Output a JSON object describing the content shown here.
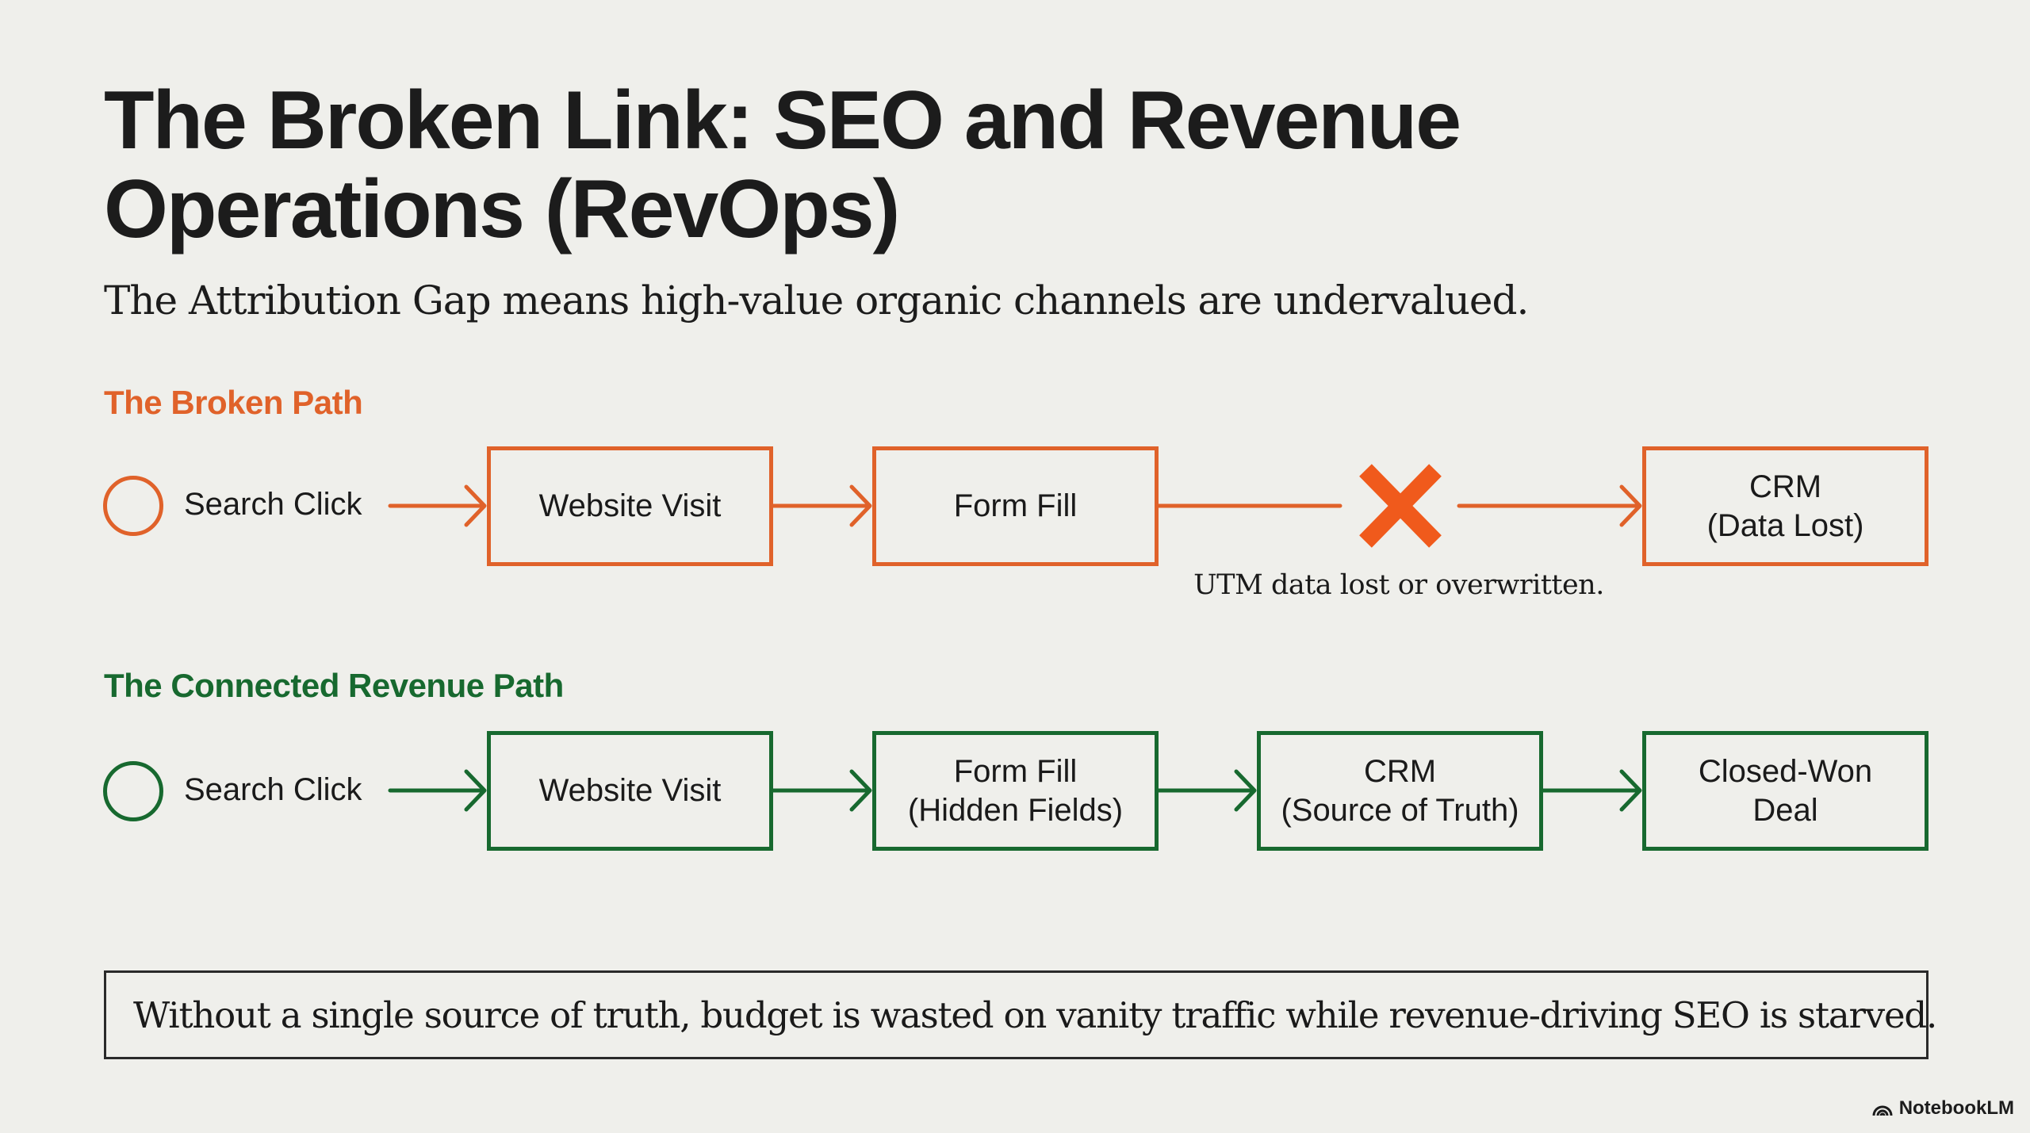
{
  "title": "The Broken Link: SEO and Revenue\nOperations (RevOps)",
  "title_line1": "The Broken Link: SEO and Revenue",
  "title_line2": "Operations (RevOps)",
  "subtitle": "The Attribution Gap means high-value organic channels are undervalued.",
  "colors": {
    "broken": "#e0622a",
    "connected": "#17692f",
    "background": "#efefeb",
    "text": "#1a1a1a"
  },
  "broken_path": {
    "title": "The Broken Path",
    "start_label": "Search Click",
    "nodes": [
      "Website Visit",
      "Form Fill",
      "CRM\n(Data Lost)"
    ],
    "break_icon": "x-mark-icon",
    "break_note": "UTM data lost or overwritten."
  },
  "connected_path": {
    "title": "The Connected Revenue Path",
    "start_label": "Search Click",
    "nodes": [
      "Website Visit",
      "Form Fill\n(Hidden Fields)",
      "CRM\n(Source of Truth)",
      "Closed-Won\nDeal"
    ]
  },
  "callout": "Without a single source of truth, budget is wasted on vanity traffic while revenue-driving SEO is starved.",
  "brand": {
    "icon": "notebooklm-logo-icon",
    "label": "NotebookLM"
  }
}
